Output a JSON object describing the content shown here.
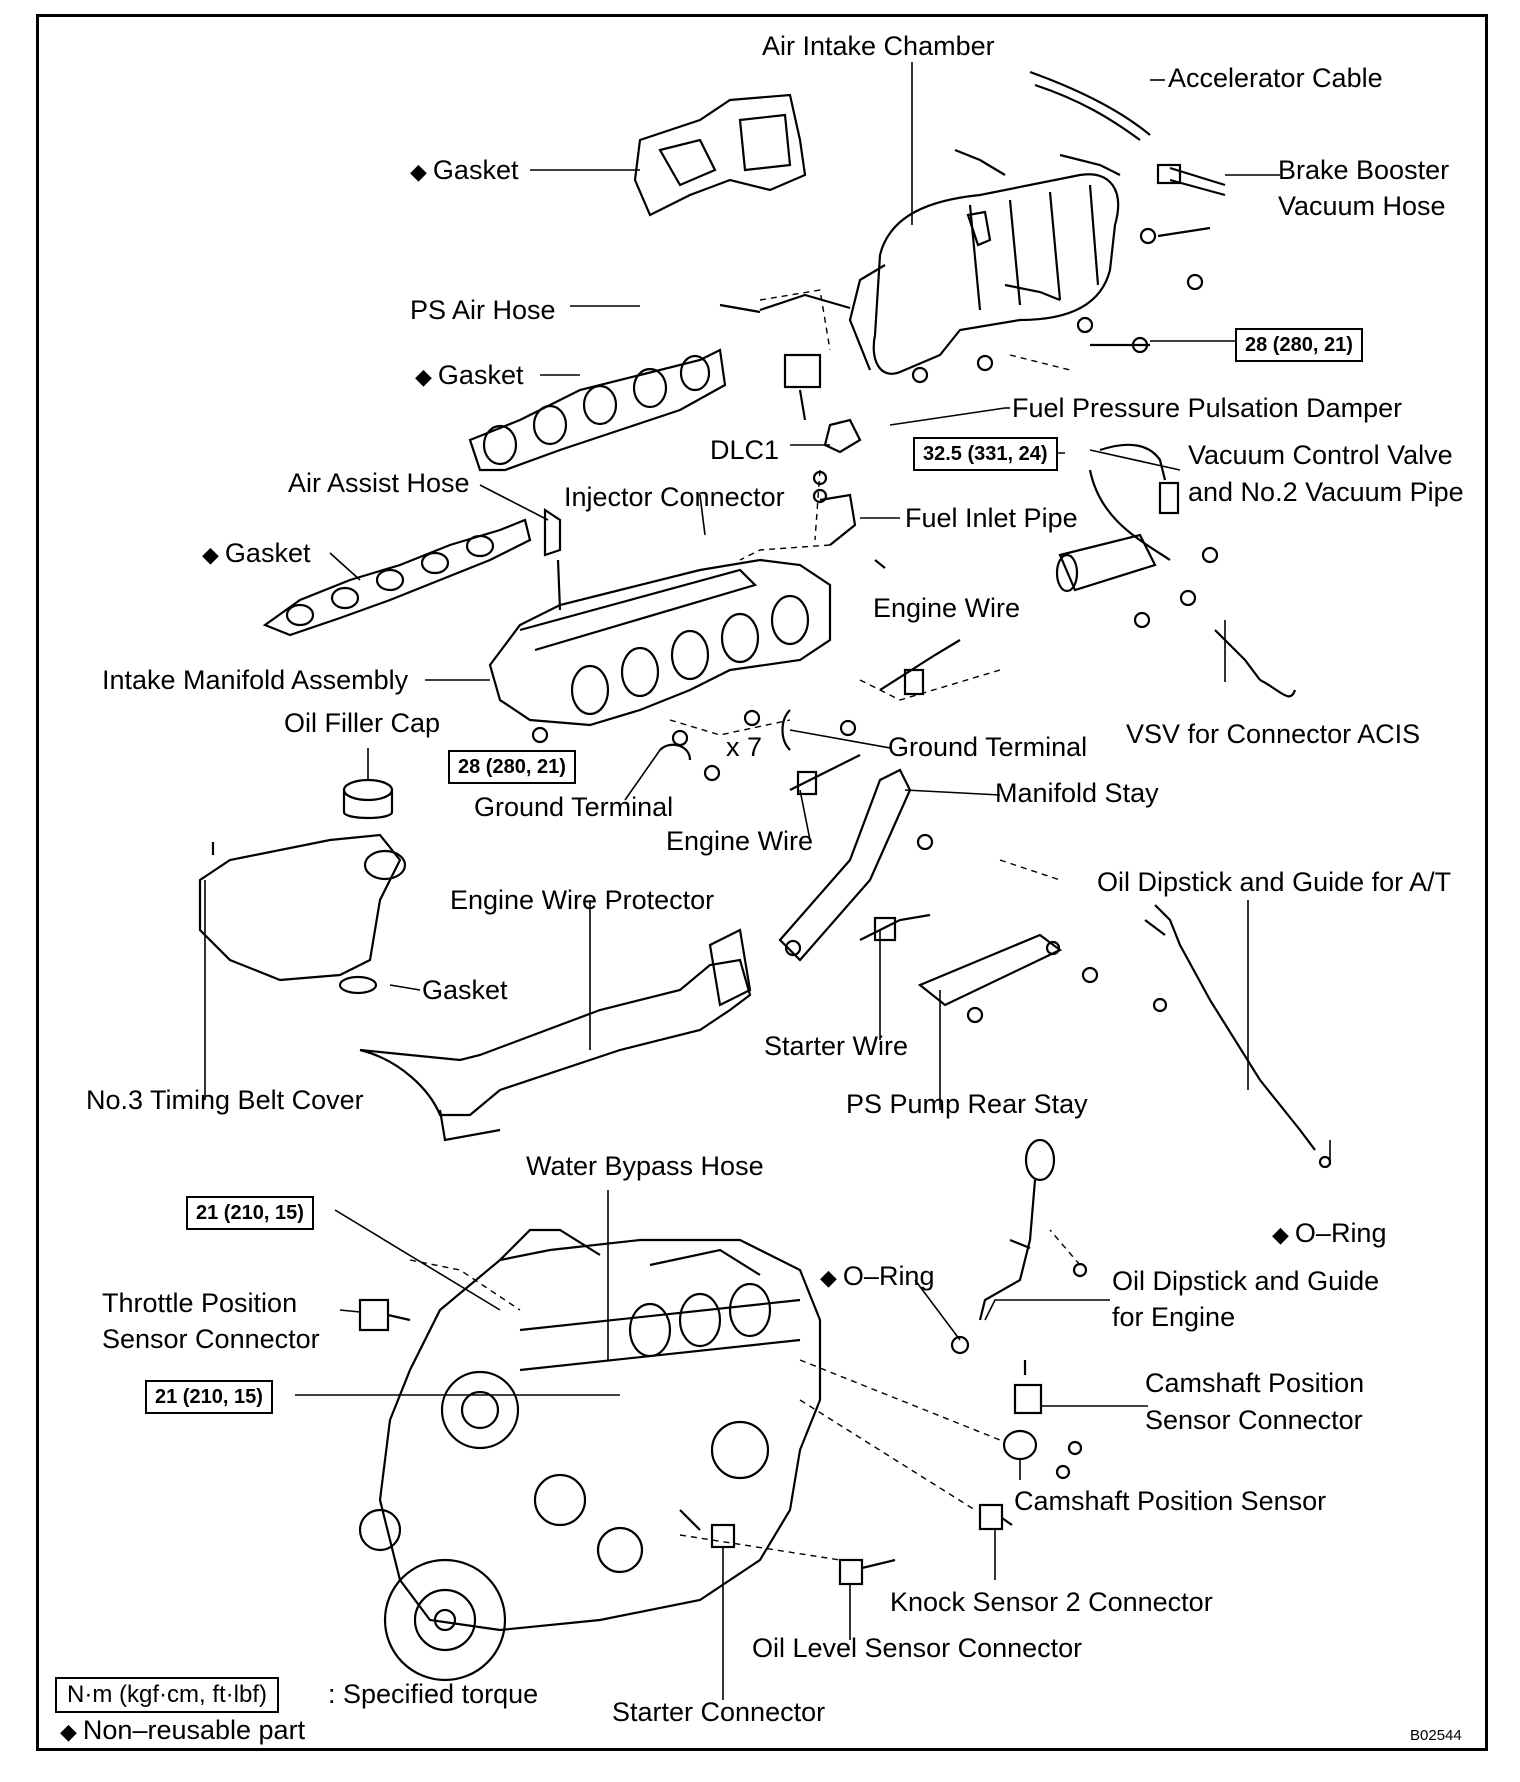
{
  "labels": {
    "air_intake_chamber": "Air Intake Chamber",
    "accelerator_cable": "Accelerator Cable",
    "gasket_top": "Gasket",
    "brake_booster_line1": "Brake Booster",
    "brake_booster_line2": "Vacuum Hose",
    "ps_air_hose": "PS Air Hose",
    "gasket_mid": "Gasket",
    "fuel_pressure_damper": "Fuel Pressure Pulsation Damper",
    "dlc1": "DLC1",
    "vacuum_control_line1": "Vacuum Control Valve",
    "vacuum_control_line2": "and No.2 Vacuum Pipe",
    "air_assist_hose": "Air Assist Hose",
    "injector_connector": "Injector Connector",
    "fuel_inlet_pipe": "Fuel Inlet Pipe",
    "gasket_left": "Gasket",
    "engine_wire_upper": "Engine Wire",
    "intake_manifold_assembly": "Intake Manifold Assembly",
    "oil_filler_cap": "Oil Filler Cap",
    "x7": "x 7",
    "ground_terminal_right": "Ground Terminal",
    "vsv_connector_acis": "VSV for Connector ACIS",
    "ground_terminal_left": "Ground Terminal",
    "manifold_stay": "Manifold Stay",
    "engine_wire_lower": "Engine Wire",
    "engine_wire_protector": "Engine Wire Protector",
    "oil_dipstick_at": "Oil Dipstick and Guide for A/T",
    "gasket_cover": "Gasket",
    "starter_wire": "Starter Wire",
    "no3_timing_belt_cover": "No.3 Timing Belt Cover",
    "ps_pump_rear_stay": "PS Pump Rear Stay",
    "water_bypass_hose": "Water Bypass Hose",
    "o_ring_right": "O–Ring",
    "o_ring_left": "O–Ring",
    "throttle_line1": "Throttle Position",
    "throttle_line2": "Sensor Connector",
    "oil_dipstick_engine_line1": "Oil Dipstick and Guide",
    "oil_dipstick_engine_line2": "for Engine",
    "cam_connector_line1": "Camshaft Position",
    "cam_connector_line2": "Sensor Connector",
    "camshaft_position_sensor": "Camshaft Position Sensor",
    "knock_sensor_2": "Knock Sensor 2 Connector",
    "oil_level_sensor": "Oil Level Sensor Connector",
    "starter_connector": "Starter Connector"
  },
  "torques": {
    "t28_upper": "28 (280, 21)",
    "t325": "32.5 (331, 24)",
    "t28_lower": "28 (280, 21)",
    "t21_upper": "21 (210, 15)",
    "t21_lower": "21 (210, 15)"
  },
  "legend": {
    "unit_box": "N·m (kgf·cm, ft·lbf)",
    "unit_desc": ": Specified torque",
    "diamond": "◆",
    "non_reusable": "Non–reusable part"
  },
  "figure_code": "B02544"
}
